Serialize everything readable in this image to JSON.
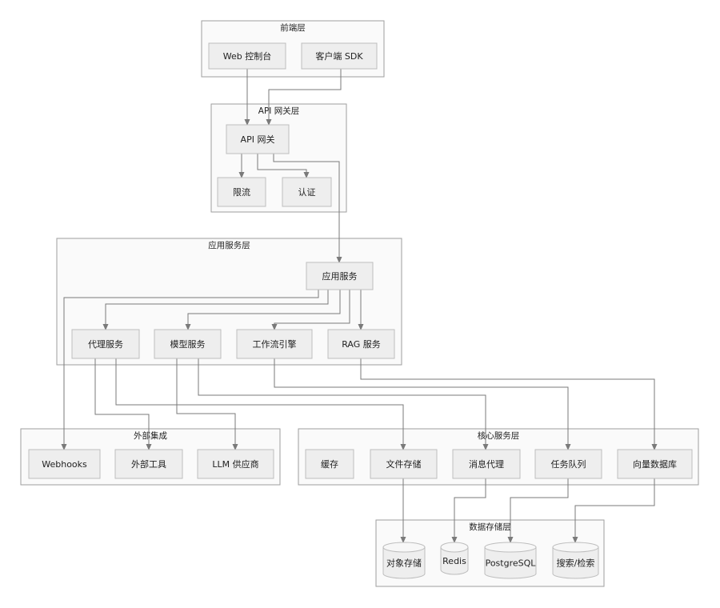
{
  "groups": [
    {
      "id": "frontend",
      "label": "前端层"
    },
    {
      "id": "gateway",
      "label": "API 网关层"
    },
    {
      "id": "app",
      "label": "应用服务层"
    },
    {
      "id": "external",
      "label": "外部集成"
    },
    {
      "id": "core",
      "label": "核心服务层"
    },
    {
      "id": "storage",
      "label": "数据存储层"
    }
  ],
  "nodes": [
    {
      "id": "web_console",
      "label": "Web 控制台",
      "group": "frontend"
    },
    {
      "id": "client_sdk",
      "label": "客户端 SDK",
      "group": "frontend"
    },
    {
      "id": "api_gateway",
      "label": "API 网关",
      "group": "gateway"
    },
    {
      "id": "rate_limit",
      "label": "限流",
      "group": "gateway"
    },
    {
      "id": "auth",
      "label": "认证",
      "group": "gateway"
    },
    {
      "id": "app_service",
      "label": "应用服务",
      "group": "app"
    },
    {
      "id": "agent_service",
      "label": "代理服务",
      "group": "app"
    },
    {
      "id": "model_service",
      "label": "模型服务",
      "group": "app"
    },
    {
      "id": "workflow_engine",
      "label": "工作流引擎",
      "group": "app"
    },
    {
      "id": "rag_service",
      "label": "RAG 服务",
      "group": "app"
    },
    {
      "id": "webhooks",
      "label": "Webhooks",
      "group": "external"
    },
    {
      "id": "external_tools",
      "label": "外部工具",
      "group": "external"
    },
    {
      "id": "llm_provider",
      "label": "LLM 供应商",
      "group": "external"
    },
    {
      "id": "cache",
      "label": "缓存",
      "group": "core"
    },
    {
      "id": "file_storage",
      "label": "文件存储",
      "group": "core"
    },
    {
      "id": "message_broker",
      "label": "消息代理",
      "group": "core"
    },
    {
      "id": "task_queue",
      "label": "任务队列",
      "group": "core"
    },
    {
      "id": "vector_db",
      "label": "向量数据库",
      "group": "core"
    },
    {
      "id": "object_storage",
      "label": "对象存储",
      "group": "storage",
      "shape": "database"
    },
    {
      "id": "redis",
      "label": "Redis",
      "group": "storage",
      "shape": "database"
    },
    {
      "id": "postgresql",
      "label": "PostgreSQL",
      "group": "storage",
      "shape": "database"
    },
    {
      "id": "search",
      "label": "搜索/检索",
      "group": "storage",
      "shape": "database"
    }
  ],
  "edges": [
    {
      "from": "web_console",
      "to": "api_gateway"
    },
    {
      "from": "client_sdk",
      "to": "api_gateway"
    },
    {
      "from": "api_gateway",
      "to": "rate_limit"
    },
    {
      "from": "api_gateway",
      "to": "auth"
    },
    {
      "from": "api_gateway",
      "to": "app_service"
    },
    {
      "from": "app_service",
      "to": "agent_service"
    },
    {
      "from": "app_service",
      "to": "model_service"
    },
    {
      "from": "app_service",
      "to": "workflow_engine"
    },
    {
      "from": "app_service",
      "to": "rag_service"
    },
    {
      "from": "app_service",
      "to": "webhooks"
    },
    {
      "from": "agent_service",
      "to": "external_tools"
    },
    {
      "from": "agent_service",
      "to": "file_storage"
    },
    {
      "from": "model_service",
      "to": "llm_provider"
    },
    {
      "from": "model_service",
      "to": "message_broker"
    },
    {
      "from": "workflow_engine",
      "to": "task_queue"
    },
    {
      "from": "rag_service",
      "to": "vector_db"
    },
    {
      "from": "file_storage",
      "to": "object_storage"
    },
    {
      "from": "message_broker",
      "to": "redis"
    },
    {
      "from": "task_queue",
      "to": "postgresql"
    },
    {
      "from": "vector_db",
      "to": "search"
    }
  ]
}
